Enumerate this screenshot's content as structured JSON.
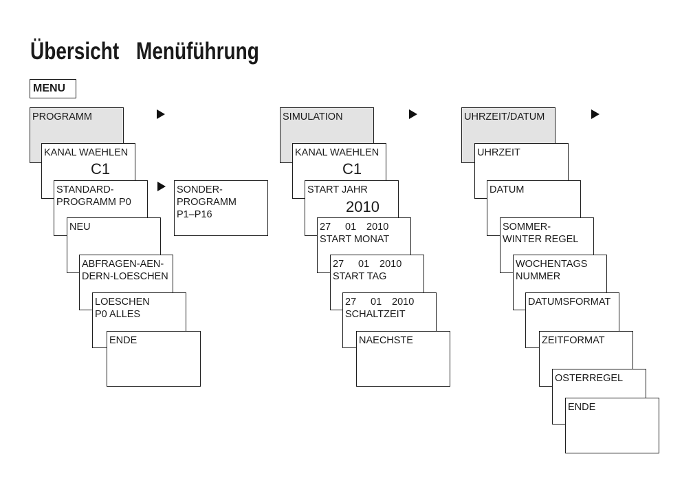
{
  "page_title": {
    "word1": "Übersicht",
    "word2": "Menüführung"
  },
  "menu_root": "MENU",
  "icons": {
    "submenu_arrow": "play-arrow-icon"
  },
  "colors": {
    "header_box_fill": "#e3e3e3",
    "box_border": "#1e1e1e",
    "text": "#1a1a1a"
  },
  "programm": {
    "header": "PROGRAMM",
    "kanal_waehlen": {
      "label": "KANAL WAEHLEN",
      "value": "C1"
    },
    "standard_programm": [
      "STANDARD-",
      "PROGRAMM P0"
    ],
    "sonder_programm": [
      "SONDER-",
      "PROGRAMM",
      "P1–P16"
    ],
    "neu": "NEU",
    "abfragen": [
      "ABFRAGEN-AEN-",
      "DERN-LOESCHEN"
    ],
    "loeschen": [
      "LOESCHEN",
      "P0 ALLES"
    ],
    "ende": "ENDE"
  },
  "simulation": {
    "header": "SIMULATION",
    "kanal_waehlen": {
      "label": "KANAL WAEHLEN",
      "value": "C1"
    },
    "start_jahr": {
      "label": "START JAHR",
      "value": "2010"
    },
    "start_monat": {
      "date": {
        "day": "27",
        "month": "01",
        "year": "2010"
      },
      "label": "START MONAT"
    },
    "start_tag": {
      "date": {
        "day": "27",
        "month": "01",
        "year": "2010"
      },
      "label": "START TAG"
    },
    "schaltzeit": {
      "date": {
        "day": "27",
        "month": "01",
        "year": "2010"
      },
      "label": "SCHALTZEIT"
    },
    "naechste": "NAECHSTE"
  },
  "uhrzeit_datum": {
    "header": "UHRZEIT/DATUM",
    "uhrzeit": "UHRZEIT",
    "datum": "DATUM",
    "sommer_winter_regel": [
      "SOMMER-",
      "WINTER REGEL"
    ],
    "wochentags_nummer": [
      "WOCHENTAGS",
      "NUMMER"
    ],
    "datumsformat": "DATUMSFORMAT",
    "zeitformat": "ZEITFORMAT",
    "osterregel": "OSTERREGEL",
    "ende": "ENDE"
  }
}
